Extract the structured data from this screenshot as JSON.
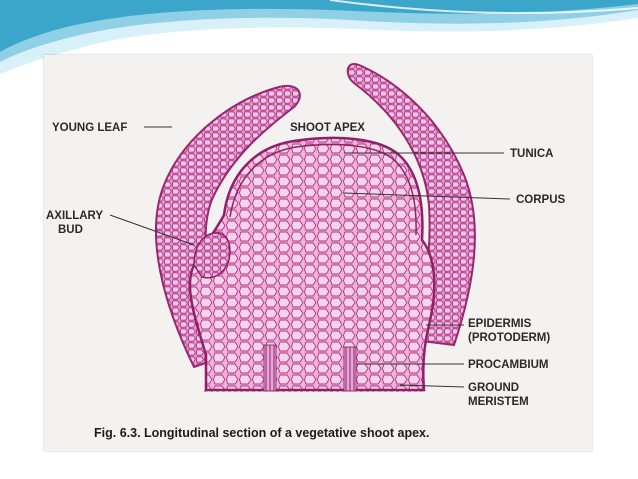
{
  "theme": {
    "wave_dark": "#3ba6c9",
    "wave_light": "#bfe6f3",
    "tissue_fill": "#e9a9d7",
    "cell_wall": "#b0337f"
  },
  "labels": {
    "young_leaf": "YOUNG LEAF",
    "shoot_apex": "SHOOT APEX",
    "tunica": "TUNICA",
    "corpus": "CORPUS",
    "axillary_bud_line1": "AXILLARY",
    "axillary_bud_line2": "BUD",
    "epidermis_line1": "EPIDERMIS",
    "epidermis_line2": "(PROTODERM)",
    "procambium": "PROCAMBIUM",
    "ground_meristem_line1": "GROUND",
    "ground_meristem_line2": "MERISTEM"
  },
  "caption": "Fig. 6.3. Longitudinal section of a vegetative shoot apex."
}
